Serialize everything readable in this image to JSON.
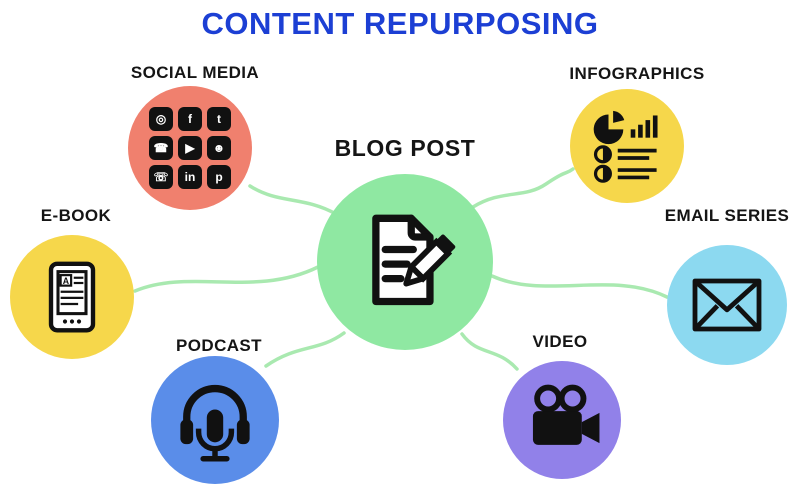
{
  "title": {
    "text": "CONTENT REPURPOSING",
    "color": "#1c3fd4"
  },
  "center": {
    "label": "BLOG POST",
    "color": "#8fe8a2"
  },
  "nodes": [
    {
      "id": "social-media",
      "label": "SOCIAL MEDIA",
      "color": "#f0806e"
    },
    {
      "id": "infographics",
      "label": "INFOGRAPHICS",
      "color": "#f6d74b"
    },
    {
      "id": "e-book",
      "label": "E-BOOK",
      "color": "#f6d74b"
    },
    {
      "id": "email-series",
      "label": "EMAIL SERIES",
      "color": "#8cd9f0"
    },
    {
      "id": "podcast",
      "label": "PODCAST",
      "color": "#5a8de9"
    },
    {
      "id": "video",
      "label": "VIDEO",
      "color": "#9181e9"
    }
  ],
  "social_icons": [
    {
      "platform": "instagram",
      "glyph": "◎"
    },
    {
      "platform": "facebook",
      "glyph": "f"
    },
    {
      "platform": "twitter",
      "glyph": "t"
    },
    {
      "platform": "whatsapp",
      "glyph": "☎"
    },
    {
      "platform": "youtube",
      "glyph": "▶"
    },
    {
      "platform": "snapchat",
      "glyph": "☻"
    },
    {
      "platform": "viber",
      "glyph": "☏"
    },
    {
      "platform": "linkedin",
      "glyph": "in"
    },
    {
      "platform": "pinterest",
      "glyph": "p"
    }
  ],
  "icon_details": {
    "ebook_letter": "A"
  },
  "connector_color": "#a9e9b0",
  "icon_color": "#111111"
}
